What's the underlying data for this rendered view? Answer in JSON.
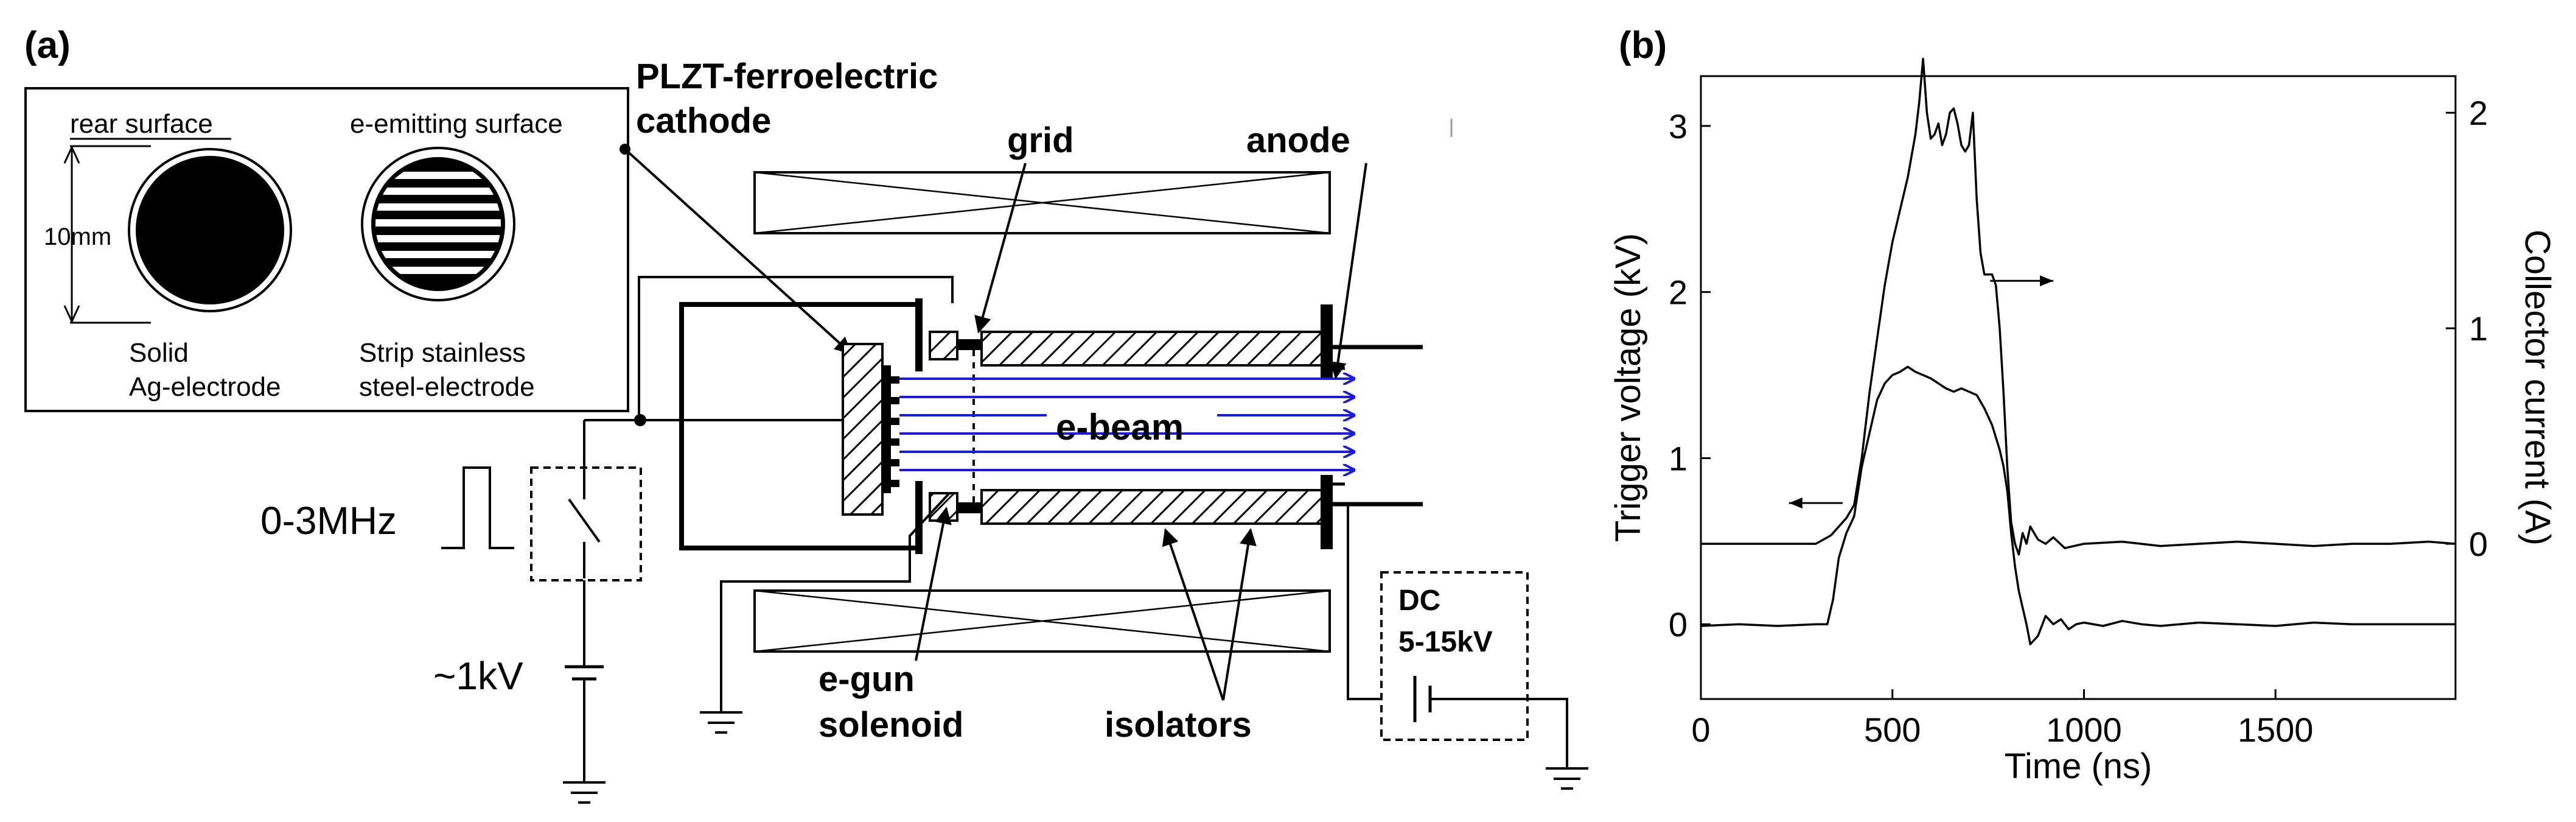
{
  "panel_a": {
    "tag": "(a)",
    "inset": {
      "rear_surface": "rear surface",
      "emitting_surface": "e-emitting surface",
      "diameter": "10mm",
      "solid_line1": "Solid",
      "solid_line2": "Ag-electrode",
      "strip_line1": "Strip stainless",
      "strip_line2": "steel-electrode"
    },
    "cathode_line1": "PLZT-ferroelectric",
    "cathode_line2": "cathode",
    "grid": "grid",
    "anode": "anode",
    "ebeam": "e-beam",
    "trigger": "0-3MHz",
    "hv": "~1kV",
    "egun_line1": "e-gun",
    "egun_line2": "solenoid",
    "isolators": "isolators",
    "dc_line1": "DC",
    "dc_line2": "5-15kV",
    "colors": {
      "beam": "#1a1adc",
      "ink": "#000000"
    }
  },
  "panel_b": {
    "tag": "(b)"
  },
  "chart_data": {
    "type": "line",
    "title": "",
    "xlabel": "Time (ns)",
    "ylabel": "Trigger voltage (kV)",
    "y2label": "Collector current (A)",
    "xlim": [
      0,
      1970
    ],
    "ylim": [
      -0.45,
      3.3
    ],
    "y2lim": [
      -0.72,
      2.17
    ],
    "xticks": [
      "0",
      "500",
      "1000",
      "1500"
    ],
    "xtick_values": [
      0,
      500,
      1000,
      1500
    ],
    "yticks": [
      "0",
      "1",
      "2",
      "3"
    ],
    "ytick_values": [
      0,
      1,
      2,
      3
    ],
    "y2ticks": [
      "0",
      "1",
      "2"
    ],
    "y2tick_values": [
      0,
      1,
      2
    ],
    "grid": false,
    "series": [
      {
        "axis": "left",
        "x": [
          0,
          100,
          200,
          300,
          330,
          345,
          360,
          380,
          400,
          420,
          440,
          460,
          480,
          500,
          520,
          540,
          560,
          580,
          600,
          620,
          640,
          660,
          680,
          700,
          720,
          740,
          760,
          780,
          790,
          800,
          810,
          820,
          830,
          840,
          850,
          860,
          880,
          900,
          920,
          940,
          960,
          980,
          1000,
          1050,
          1100,
          1150,
          1200,
          1300,
          1400,
          1500,
          1600,
          1700,
          1800,
          1900,
          1970
        ],
        "y": [
          -0.01,
          0.0,
          -0.01,
          0.0,
          0.0,
          0.15,
          0.4,
          0.55,
          0.65,
          0.95,
          1.15,
          1.35,
          1.45,
          1.5,
          1.52,
          1.55,
          1.52,
          1.5,
          1.48,
          1.45,
          1.42,
          1.4,
          1.42,
          1.4,
          1.38,
          1.3,
          1.2,
          1.05,
          0.95,
          0.8,
          0.55,
          0.35,
          0.2,
          0.1,
          0.0,
          -0.12,
          -0.07,
          0.05,
          0.0,
          0.03,
          -0.03,
          0.0,
          0.01,
          -0.01,
          0.02,
          0.0,
          -0.01,
          0.01,
          0.0,
          -0.01,
          0.01,
          0.0,
          0.0,
          0.0,
          0.0
        ]
      },
      {
        "axis": "right",
        "x": [
          0,
          100,
          200,
          300,
          320,
          340,
          360,
          380,
          400,
          420,
          440,
          460,
          480,
          500,
          520,
          540,
          560,
          570,
          580,
          590,
          600,
          610,
          620,
          630,
          640,
          650,
          660,
          670,
          680,
          690,
          700,
          710,
          720,
          730,
          740,
          750,
          760,
          770,
          780,
          790,
          800,
          810,
          820,
          830,
          840,
          850,
          860,
          880,
          900,
          920,
          950,
          1000,
          1100,
          1200,
          1300,
          1400,
          1500,
          1600,
          1700,
          1800,
          1900,
          1970
        ],
        "y": [
          0.0,
          0.0,
          0.0,
          0.0,
          0.02,
          0.04,
          0.08,
          0.12,
          0.18,
          0.4,
          0.7,
          0.95,
          1.2,
          1.4,
          1.55,
          1.7,
          1.9,
          2.05,
          2.25,
          2.0,
          1.88,
          1.9,
          1.95,
          1.85,
          1.9,
          2.0,
          2.02,
          1.95,
          1.85,
          1.82,
          1.85,
          2.0,
          1.6,
          1.35,
          1.25,
          1.25,
          1.25,
          1.2,
          1.0,
          0.7,
          0.35,
          0.1,
          0.0,
          -0.05,
          0.05,
          0.0,
          0.08,
          0.02,
          0.0,
          0.03,
          -0.02,
          0.0,
          0.01,
          -0.01,
          0.0,
          0.01,
          0.0,
          -0.01,
          0.0,
          0.0,
          0.01,
          0.0
        ]
      }
    ]
  }
}
